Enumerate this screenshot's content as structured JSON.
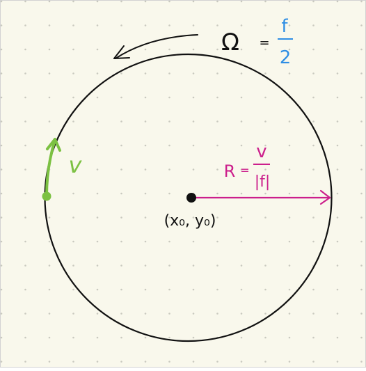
{
  "colors": {
    "paper": "#f9f8ec",
    "dot": "#c9c9bf",
    "border": "#d2d2d2",
    "ink": "#111111",
    "velocity": "#7cc142",
    "radius": "#cc1f8c",
    "omega_fraction": "#2f8ee4"
  },
  "labels": {
    "omega_symbol": "Ω",
    "omega_equals": "=",
    "omega_numerator": "f",
    "omega_denominator": "2",
    "velocity_symbol": "v",
    "radius_symbol": "R",
    "radius_equals": "=",
    "radius_numerator": "v",
    "radius_denominator": "|f|",
    "center_label": "(x₀, y₀)"
  },
  "icons": {
    "rotation_arrow": "counterclockwise-arrow-icon",
    "velocity_arrow": "tangent-arrow-icon",
    "radius_arrow": "right-arrow-icon"
  }
}
